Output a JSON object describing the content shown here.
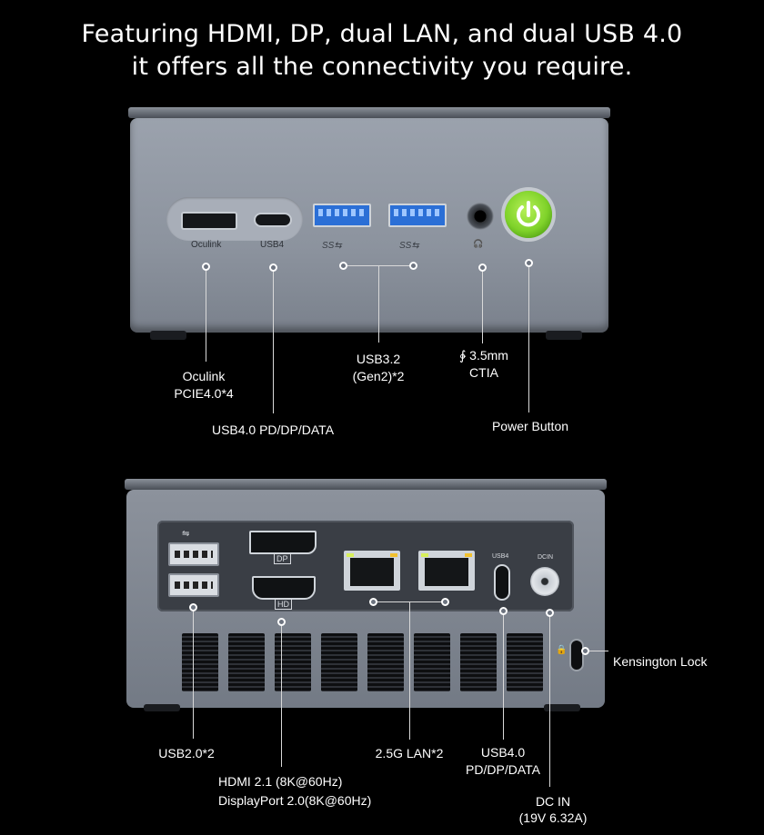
{
  "headline": {
    "line1": "Featuring HDMI, DP, dual LAN, and dual USB 4.0",
    "line2": "it offers all the connectivity you require."
  },
  "front_panel": {
    "port_marks": {
      "oculink": "Oculink",
      "usb4": "USB4",
      "ss1": "SS⇆",
      "ss2": "SS⇆",
      "headset": "🎧"
    },
    "callouts": {
      "oculink_line1": "Oculink",
      "oculink_line2": "PCIE4.0*4",
      "usb4": "USB4.0 PD/DP/DATA",
      "usb32_line1": "USB3.2",
      "usb32_line2": "(Gen2)*2",
      "audio_line1": "∲ 3.5mm",
      "audio_line2": "CTIA",
      "power": "Power Button"
    }
  },
  "rear_panel": {
    "port_marks": {
      "dp": "DP",
      "hd": "HD",
      "usb4": "USB4",
      "dcin": "DCIN"
    },
    "callouts": {
      "usb20": "USB2.0*2",
      "hdmi_line1": "HDMI 2.1 (8K@60Hz)",
      "hdmi_line2": "DisplayPort 2.0(8K@60Hz)",
      "lan": "2.5G LAN*2",
      "usb4_line1": "USB4.0",
      "usb4_line2": "PD/DP/DATA",
      "dcin_line1": "DC IN",
      "dcin_line2": "(19V 6.32A)",
      "kensington": "Kensington Lock"
    }
  },
  "colors": {
    "background": "#000000",
    "chassis": "#8c939e",
    "usb_blue": "#2b6fd6",
    "power_green": "#7fd22a"
  }
}
